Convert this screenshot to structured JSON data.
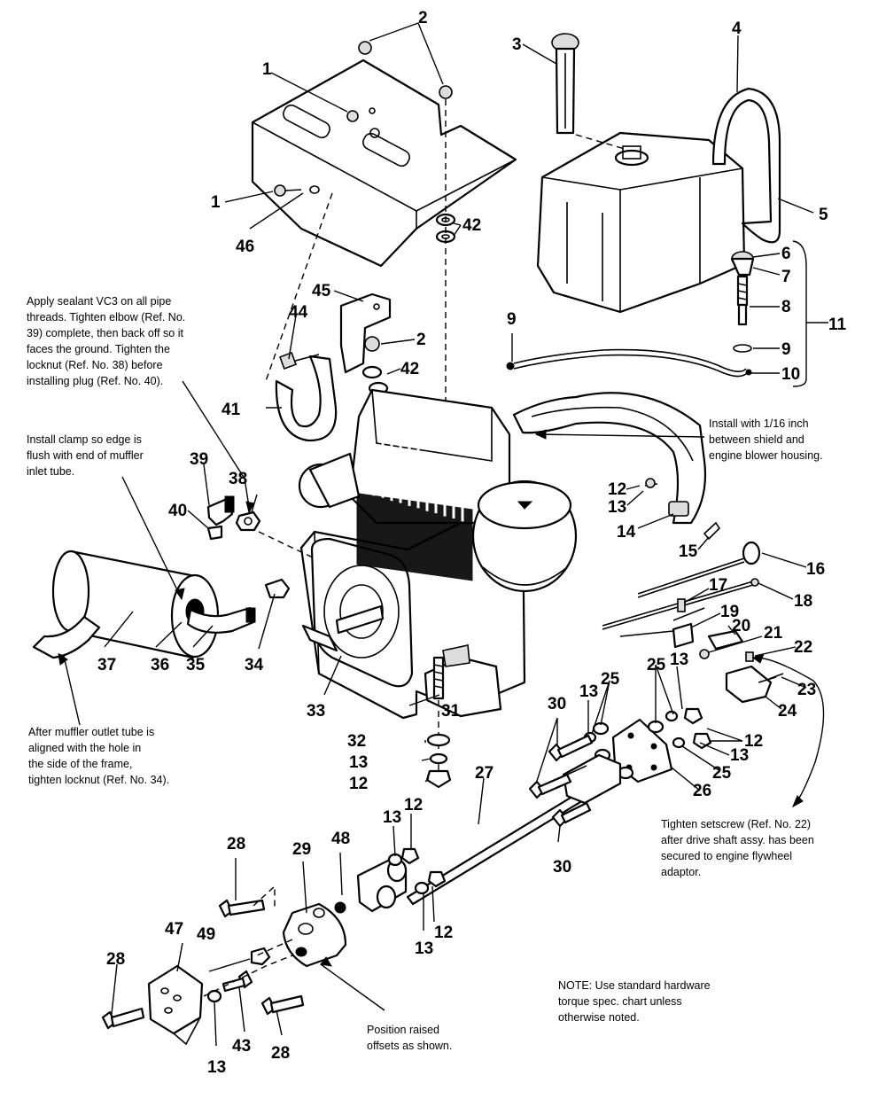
{
  "callouts": [
    {
      "id": "c1a",
      "text": "1"
    },
    {
      "id": "c1b",
      "text": "1"
    },
    {
      "id": "c2a",
      "text": "2"
    },
    {
      "id": "c2b",
      "text": "2"
    },
    {
      "id": "c3",
      "text": "3"
    },
    {
      "id": "c4",
      "text": "4"
    },
    {
      "id": "c5",
      "text": "5"
    },
    {
      "id": "c6",
      "text": "6"
    },
    {
      "id": "c7",
      "text": "7"
    },
    {
      "id": "c8",
      "text": "8"
    },
    {
      "id": "c9a",
      "text": "9"
    },
    {
      "id": "c9b",
      "text": "9"
    },
    {
      "id": "c10",
      "text": "10"
    },
    {
      "id": "c11",
      "text": "11"
    },
    {
      "id": "c12a",
      "text": "12"
    },
    {
      "id": "c12b",
      "text": "12"
    },
    {
      "id": "c12c",
      "text": "12"
    },
    {
      "id": "c12d",
      "text": "12"
    },
    {
      "id": "c12e",
      "text": "12"
    },
    {
      "id": "c13a",
      "text": "13"
    },
    {
      "id": "c13b",
      "text": "13"
    },
    {
      "id": "c13c",
      "text": "13"
    },
    {
      "id": "c13d",
      "text": "13"
    },
    {
      "id": "c13e",
      "text": "13"
    },
    {
      "id": "c13f",
      "text": "13"
    },
    {
      "id": "c13g",
      "text": "13"
    },
    {
      "id": "c13h",
      "text": "13"
    },
    {
      "id": "c14",
      "text": "14"
    },
    {
      "id": "c15",
      "text": "15"
    },
    {
      "id": "c16",
      "text": "16"
    },
    {
      "id": "c17",
      "text": "17"
    },
    {
      "id": "c18",
      "text": "18"
    },
    {
      "id": "c19",
      "text": "19"
    },
    {
      "id": "c20",
      "text": "20"
    },
    {
      "id": "c21",
      "text": "21"
    },
    {
      "id": "c22",
      "text": "22"
    },
    {
      "id": "c23",
      "text": "23"
    },
    {
      "id": "c24",
      "text": "24"
    },
    {
      "id": "c25a",
      "text": "25"
    },
    {
      "id": "c25b",
      "text": "25"
    },
    {
      "id": "c25c",
      "text": "25"
    },
    {
      "id": "c26",
      "text": "26"
    },
    {
      "id": "c27",
      "text": "27"
    },
    {
      "id": "c28a",
      "text": "28"
    },
    {
      "id": "c28b",
      "text": "28"
    },
    {
      "id": "c28c",
      "text": "28"
    },
    {
      "id": "c29",
      "text": "29"
    },
    {
      "id": "c30a",
      "text": "30"
    },
    {
      "id": "c30b",
      "text": "30"
    },
    {
      "id": "c31",
      "text": "31"
    },
    {
      "id": "c32",
      "text": "32"
    },
    {
      "id": "c33",
      "text": "33"
    },
    {
      "id": "c34",
      "text": "34"
    },
    {
      "id": "c35",
      "text": "35"
    },
    {
      "id": "c36",
      "text": "36"
    },
    {
      "id": "c37",
      "text": "37"
    },
    {
      "id": "c38",
      "text": "38"
    },
    {
      "id": "c39",
      "text": "39"
    },
    {
      "id": "c40",
      "text": "40"
    },
    {
      "id": "c41",
      "text": "41"
    },
    {
      "id": "c42a",
      "text": "42"
    },
    {
      "id": "c42b",
      "text": "42"
    },
    {
      "id": "c43",
      "text": "43"
    },
    {
      "id": "c44",
      "text": "44"
    },
    {
      "id": "c45",
      "text": "45"
    },
    {
      "id": "c46",
      "text": "46"
    },
    {
      "id": "c47",
      "text": "47"
    },
    {
      "id": "c48",
      "text": "48"
    },
    {
      "id": "c49",
      "text": "49"
    }
  ],
  "notes": {
    "sealant": [
      "Apply sealant VC3 on all pipe",
      "threads. Tighten elbow (Ref. No.",
      "39) complete, then back off so it",
      "faces the ground. Tighten the",
      "locknut (Ref. No. 38) before",
      "installing plug (Ref. No. 40)."
    ],
    "clamp": [
      "Install clamp so edge is",
      "flush with end of muffler",
      "inlet tube."
    ],
    "shield": [
      "Install with 1/16 inch",
      "between shield and",
      "engine blower housing."
    ],
    "muffler": [
      "After muffler outlet tube is",
      "aligned with the hole in",
      "the side of the frame,",
      "tighten locknut (Ref. No. 34)."
    ],
    "setscrew": [
      "Tighten setscrew (Ref. No. 22)",
      "after drive shaft assy. has been",
      "secured to engine flywheel",
      "adaptor."
    ],
    "torque": [
      "NOTE: Use standard hardware",
      "torque spec. chart unless",
      "otherwise noted."
    ],
    "offsets": [
      "Position raised",
      "offsets as shown."
    ]
  }
}
